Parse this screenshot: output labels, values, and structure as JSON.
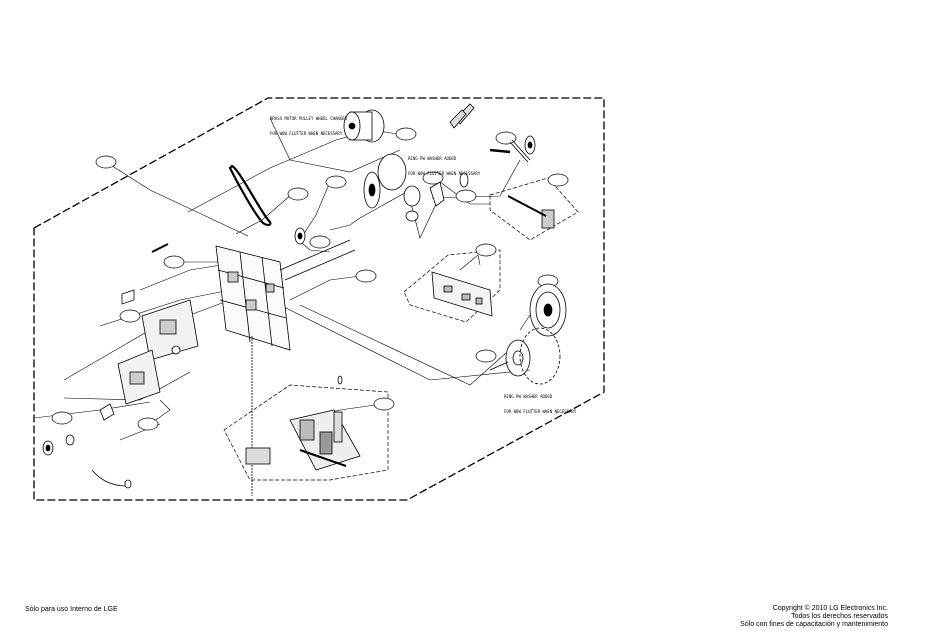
{
  "notes": {
    "pulley_note_line1": "BRASS MOTOR PULLEY WHEEL CHANGED",
    "pulley_note_line2": "FOR WOW FLUTTER WHEN NECESSARY",
    "ring_note_top_line1": "RING PW WASHER ADDED",
    "ring_note_top_line2": "FOR WOW FLUTTER WHEN NECESSARY",
    "ring_note_bottom_line1": "RING PW WASHER ADDED",
    "ring_note_bottom_line2": "FOR WOW FLUTTER WHEN NECESSARY"
  },
  "footer": {
    "left": "Sólo para uso Interno de LGE",
    "copyright": "Copyright © 2010 LG Electronics Inc.",
    "rights": "Todos los derechos reservados",
    "training": "Sólo con fines de capacitación y mantenimiento"
  }
}
